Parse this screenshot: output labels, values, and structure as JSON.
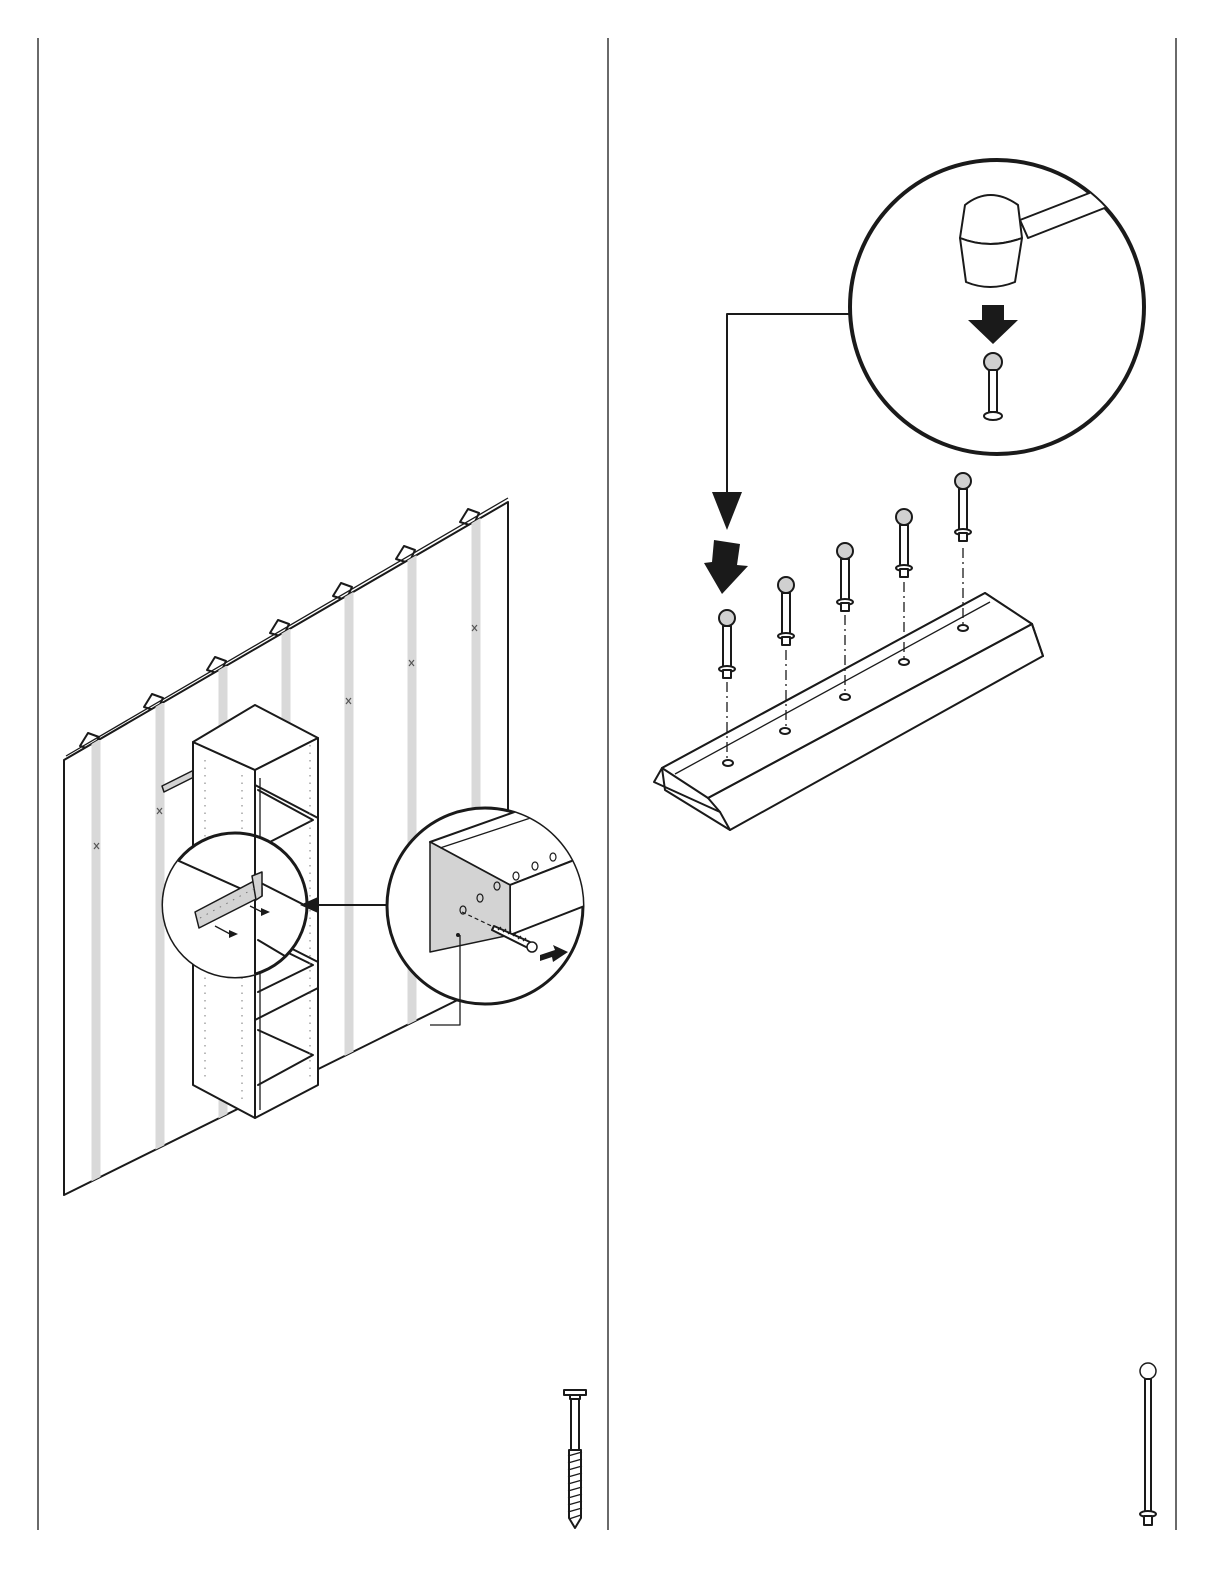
{
  "panels": [
    {
      "id": "left",
      "content": "wall-mounting-with-screws"
    },
    {
      "id": "right",
      "content": "pins-into-base"
    }
  ],
  "icons": {
    "screw": "screw-icon",
    "pin": "pin-icon",
    "mallet": "mallet-icon",
    "arrow": "arrow-icon"
  },
  "colors": {
    "line": "#1a1a1a",
    "stud": "#d9d9d9",
    "panel_gray": "#d3d3d3",
    "background": "#ffffff"
  },
  "pins_count": 5
}
